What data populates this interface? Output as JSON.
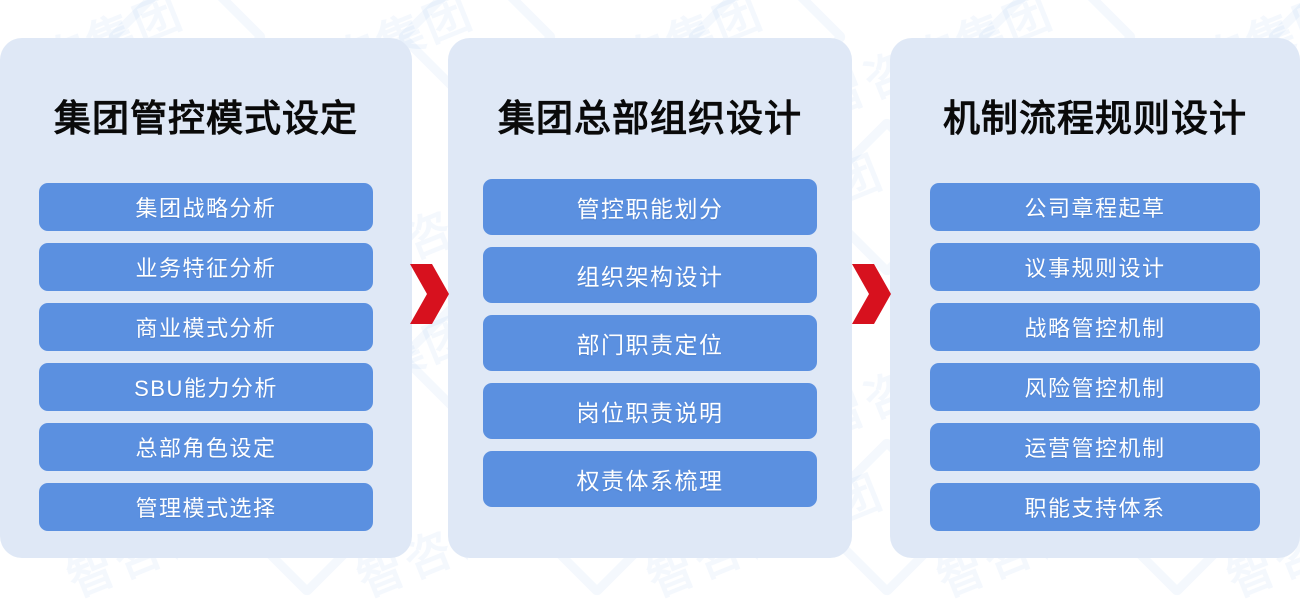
{
  "theme": {
    "page_background": "#ffffff",
    "panel_background": "#dfe8f6",
    "item_background": "#5b90e0",
    "item_text_color": "#ffffff",
    "title_color": "#0a0a0a",
    "arrow_color": "#d7111e"
  },
  "watermark": {
    "text": "智咨询集团",
    "icon": "diamond-outline"
  },
  "arrows": [
    {
      "name": "flow-arrow-1",
      "icon": "chevron-right-icon"
    },
    {
      "name": "flow-arrow-2",
      "icon": "chevron-right-icon"
    }
  ],
  "panels": [
    {
      "title": "集团管控模式设定",
      "items": [
        "集团战略分析",
        "业务特征分析",
        "商业模式分析",
        "SBU能力分析",
        "总部角色设定",
        "管理模式选择"
      ]
    },
    {
      "title": "集团总部组织设计",
      "items": [
        "管控职能划分",
        "组织架构设计",
        "部门职责定位",
        "岗位职责说明",
        "权责体系梳理"
      ]
    },
    {
      "title": "机制流程规则设计",
      "items": [
        "公司章程起草",
        "议事规则设计",
        "战略管控机制",
        "风险管控机制",
        "运营管控机制",
        "职能支持体系"
      ]
    }
  ]
}
